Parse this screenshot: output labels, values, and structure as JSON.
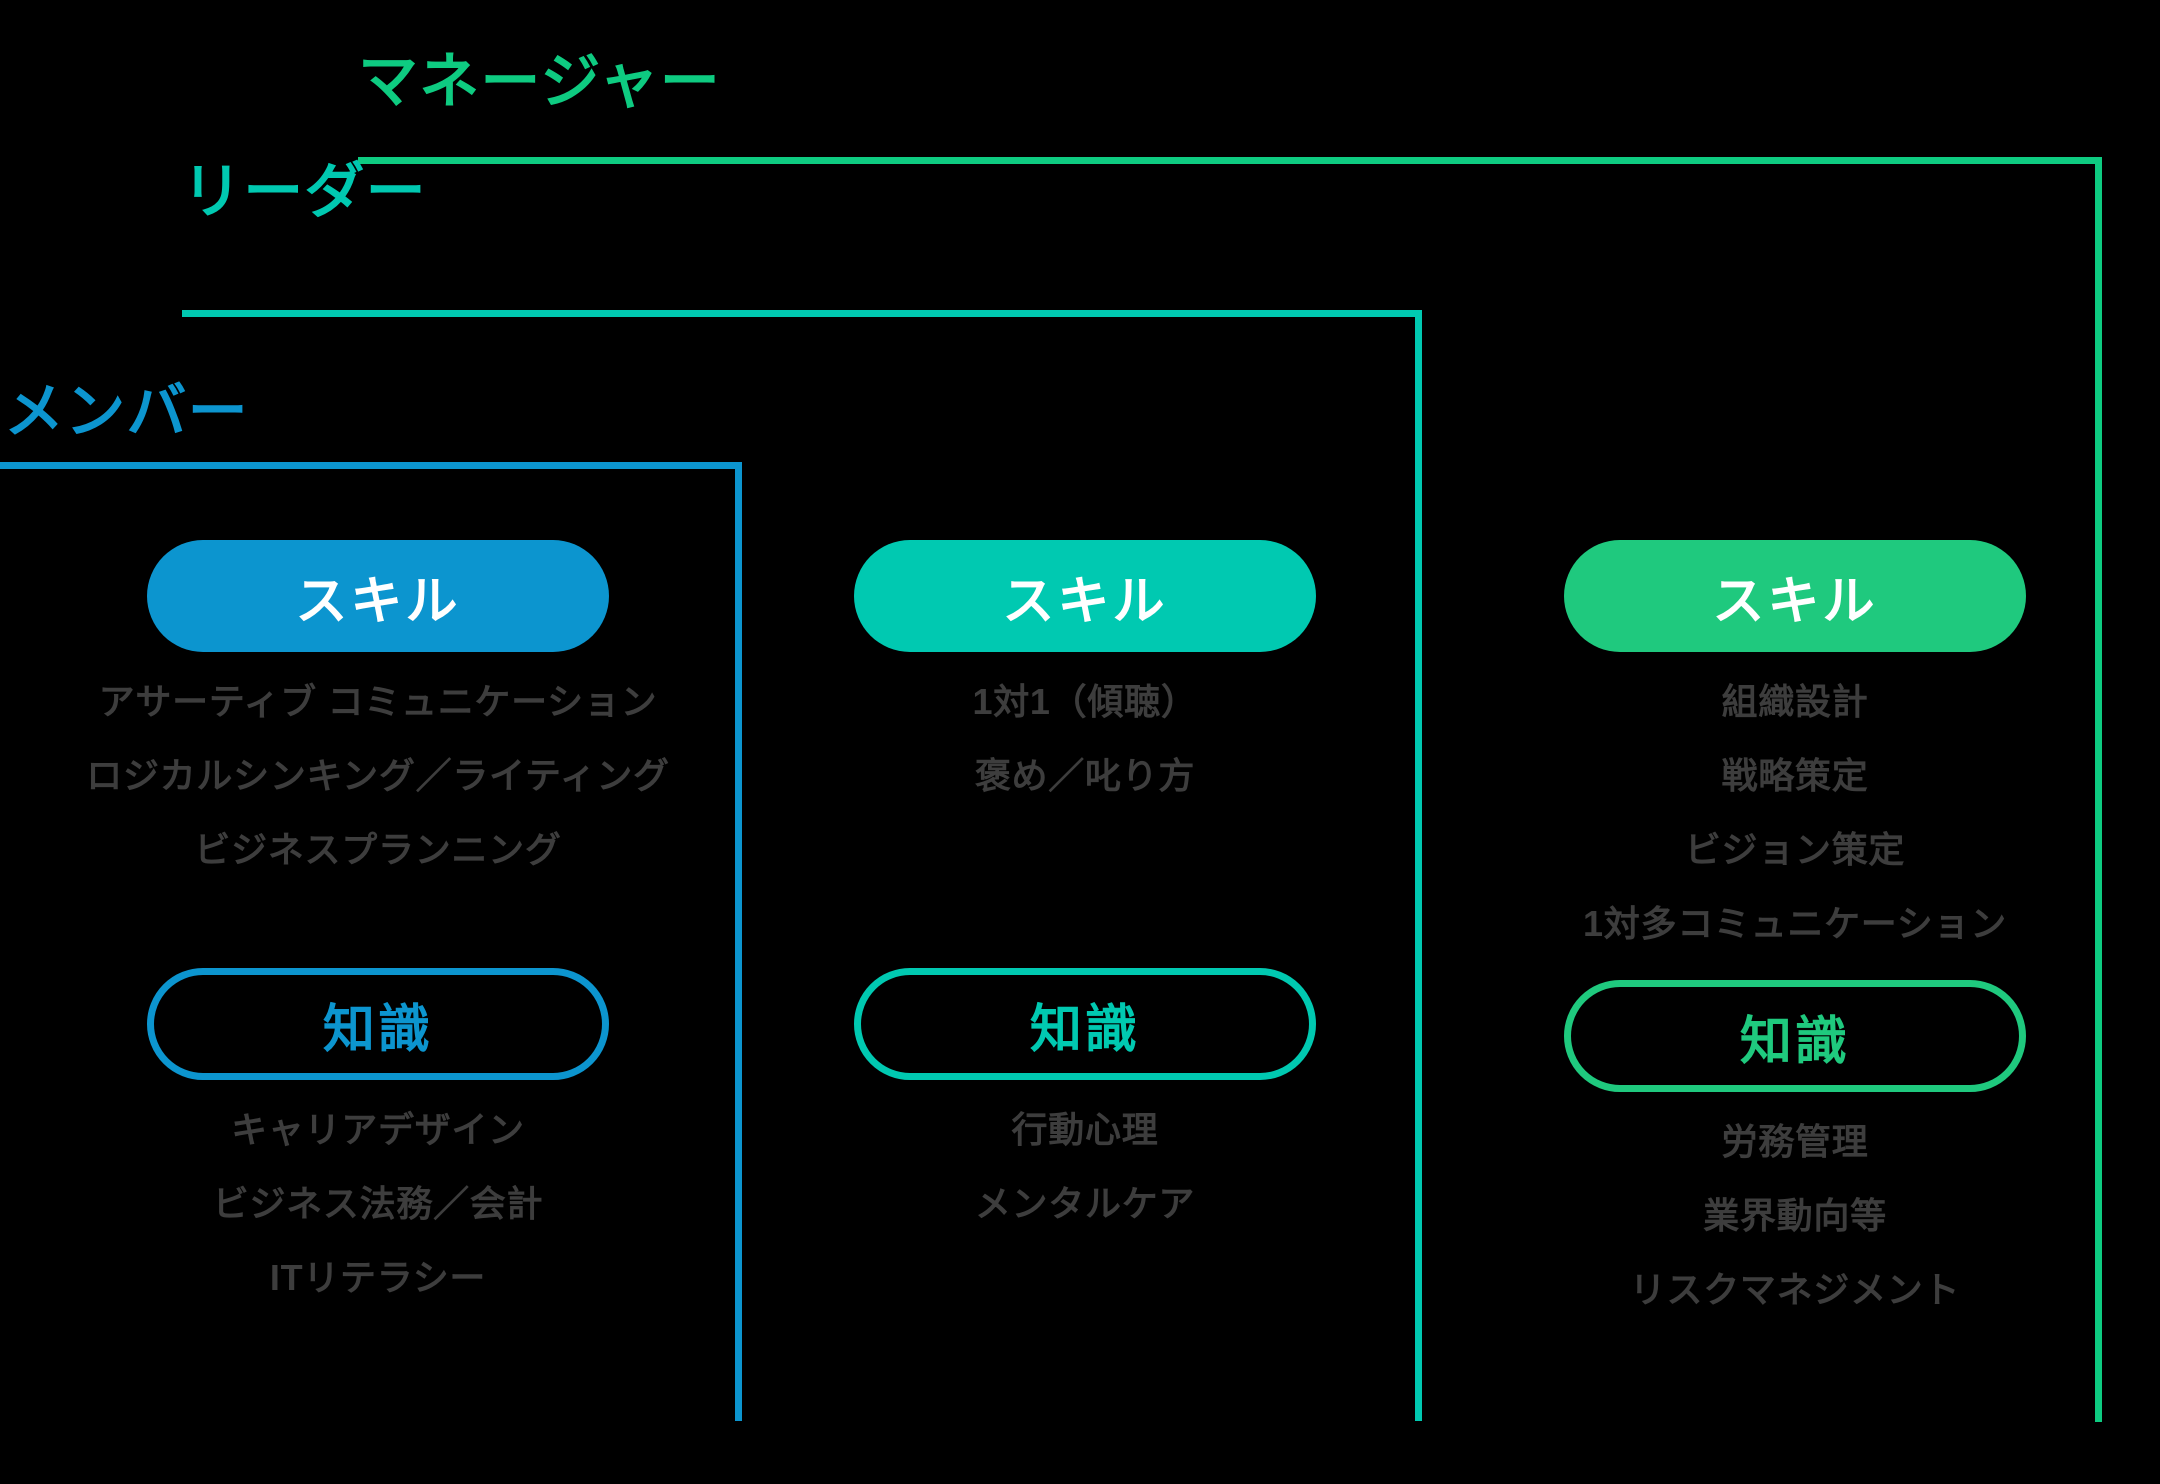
{
  "tiers": [
    {
      "key": "manager",
      "label": "マネージャー",
      "color": "#0ECB81"
    },
    {
      "key": "leader",
      "label": "リーダー",
      "color": "#00C9B1"
    },
    {
      "key": "member",
      "label": "メンバー",
      "color": "#0C95CF"
    }
  ],
  "columns": [
    {
      "tier": "member",
      "accent": "#0C95CF",
      "skill": {
        "label": "スキル",
        "items": [
          "アサーティブ コミュニケーション",
          "ロジカルシンキング／ライティング",
          "ビジネスプランニング"
        ]
      },
      "knowledge": {
        "label": "知識",
        "items": [
          "キャリアデザイン",
          "ビジネス法務／会計",
          "ITリテラシー"
        ]
      }
    },
    {
      "tier": "leader",
      "accent": "#00C9B1",
      "skill": {
        "label": "スキル",
        "items": [
          "1対1（傾聴）",
          "褒め／叱り方"
        ]
      },
      "knowledge": {
        "label": "知識",
        "items": [
          "行動心理",
          "メンタルケア"
        ]
      }
    },
    {
      "tier": "manager",
      "accent": "#1FC97E",
      "skill": {
        "label": "スキル",
        "items": [
          "組織設計",
          "戦略策定",
          "ビジョン策定",
          "1対多コミュニケーション"
        ]
      },
      "knowledge": {
        "label": "知識",
        "items": [
          "労務管理",
          "業界動向等",
          "リスクマネジメント"
        ]
      }
    }
  ],
  "palette": {
    "background": "#000000",
    "item_text": "#3D3D3D",
    "pill_text": "#FFFFFF",
    "member": "#0C95CF",
    "leader": "#00C9B1",
    "manager_line": "#0ECB81",
    "manager_pill": "#1FC97E"
  }
}
